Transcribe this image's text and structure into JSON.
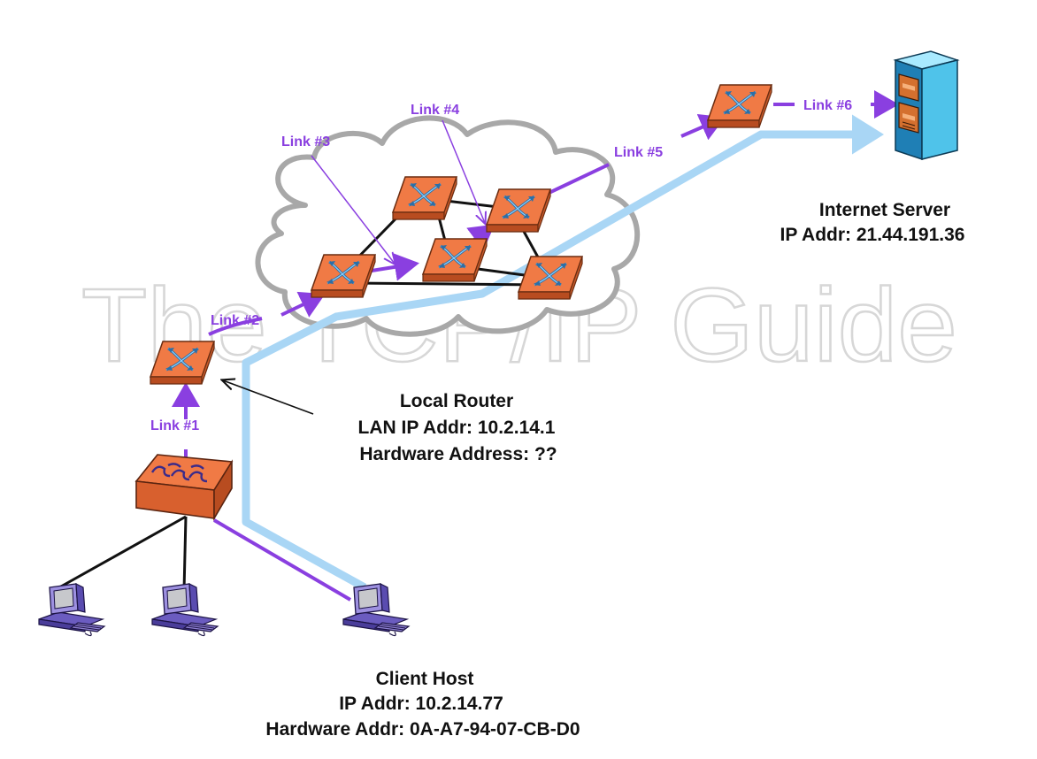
{
  "watermark": "The TCP/IP Guide",
  "links": {
    "link1": "Link #1",
    "link2": "Link #2",
    "link3": "Link #3",
    "link4": "Link #4",
    "link5": "Link #5",
    "link6": "Link #6"
  },
  "internet_server": {
    "title": "Internet Server",
    "ip": "IP Addr: 21.44.191.36"
  },
  "local_router": {
    "title": "Local Router",
    "ip": "LAN IP Addr: 10.2.14.1",
    "hw": "Hardware Address: ??"
  },
  "client_host": {
    "title": "Client Host",
    "ip": "IP Addr: 10.2.14.77",
    "hw": "Hardware Addr: 0A-A7-94-07-CB-D0"
  },
  "colors": {
    "link_purple": "#8a3fe0",
    "path_blue": "#a9d6f5",
    "router_orange": "#f07a45",
    "cloud_gray": "#a8a8a8",
    "computer_purple": "#8d7fd0"
  }
}
